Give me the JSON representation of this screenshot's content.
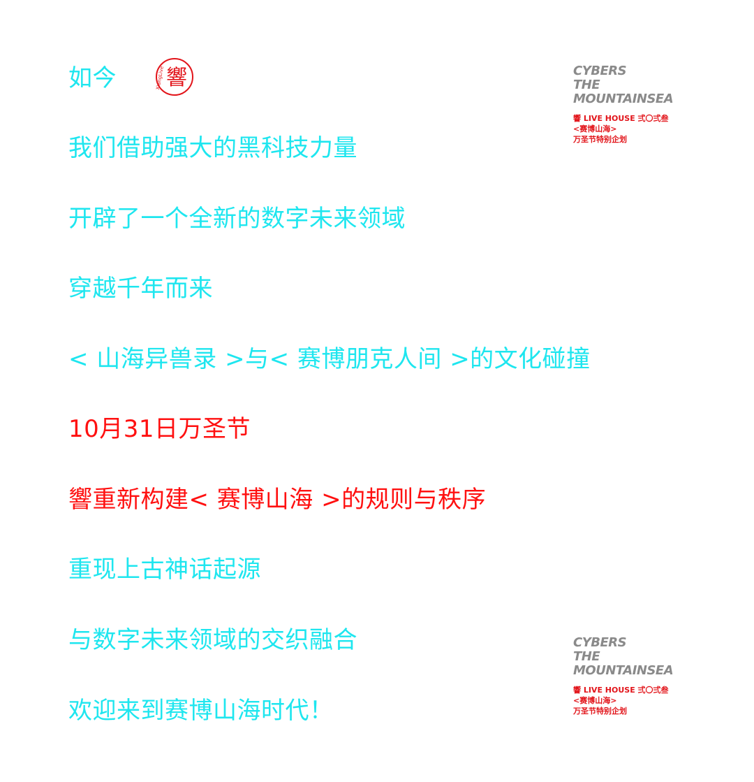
{
  "lines": [
    "如今",
    "我们借助强大的黑科技力量",
    "开辟了一个全新的数字未来领域",
    "穿越千年而来",
    "< 山海异兽录 >与< 赛博朋克人间 >的文化碰撞",
    "10月31日万圣节",
    "響重新构建< 赛博山海 >的规则与秩序",
    "重现上古神话起源",
    "与数字未来领域的交织融合",
    "欢迎来到赛博山海时代！"
  ],
  "seal": {
    "glyph": "響",
    "side_text": "XiangLive"
  },
  "brand": {
    "title_1": "CYBERS",
    "title_2": "THE",
    "title_3": "MOUNTAINSEA",
    "sub_1": "響 LIVE HOUSE 弍〇弍叁",
    "sub_2": "<赛博山海>",
    "sub_3": "万圣节特别企划"
  },
  "colors": {
    "cyan": "#1ee6ef",
    "red": "#ff1010",
    "gray": "#8a8a8a"
  }
}
